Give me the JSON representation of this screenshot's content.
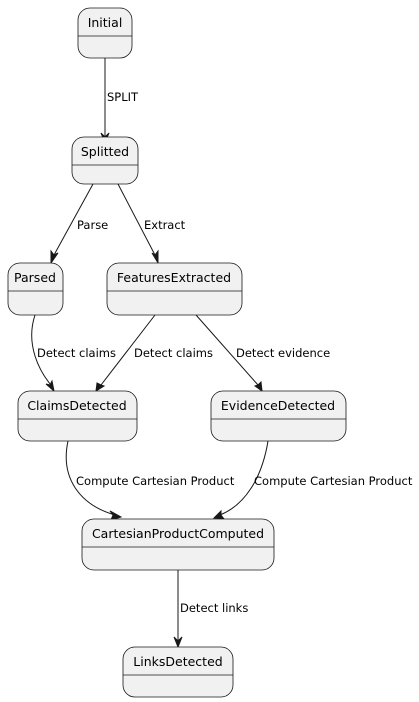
{
  "states": {
    "initial": "Initial",
    "splitted": "Splitted",
    "parsed": "Parsed",
    "features_extracted": "FeaturesExtracted",
    "claims_detected": "ClaimsDetected",
    "evidence_detected": "EvidenceDetected",
    "cartesian_product_computed": "CartesianProductComputed",
    "links_detected": "LinksDetected"
  },
  "transitions": {
    "initial_to_splitted": "SPLIT",
    "splitted_to_parsed": "Parse",
    "splitted_to_features": "Extract",
    "parsed_to_claims": "Detect claims",
    "features_to_claims": "Detect claims",
    "features_to_evidence": "Detect evidence",
    "claims_to_cartesian": "Compute Cartesian Product",
    "evidence_to_cartesian": "Compute Cartesian Product",
    "cartesian_to_links": "Detect links"
  },
  "colors": {
    "state_fill": "#f1f1f1",
    "stroke": "#181818"
  }
}
